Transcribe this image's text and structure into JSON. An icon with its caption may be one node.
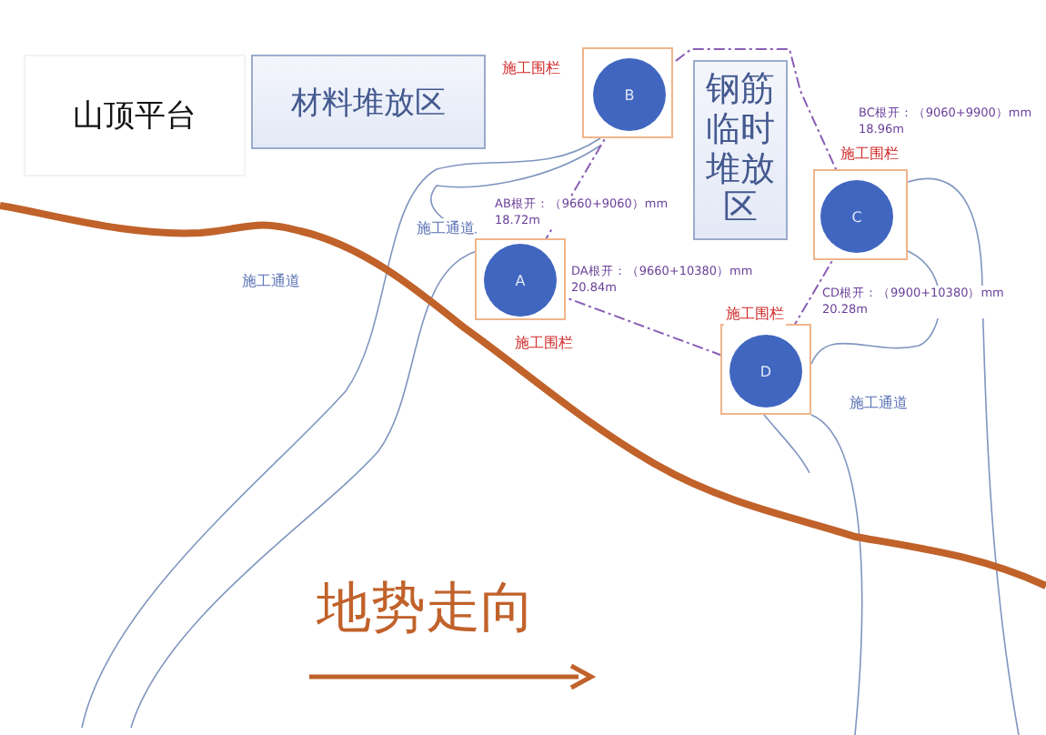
{
  "diagram": {
    "nodes": [
      {
        "text": [
          "山顶平台"
        ]
      },
      {
        "text": [
          "材料堆放区"
        ]
      },
      {
        "text": [
          "钢筋临时堆放区"
        ]
      },
      {
        "text": [
          "施工围栏"
        ]
      },
      {
        "text": [
          "B"
        ],
        "in": 3
      },
      {
        "text": [
          "施工围栏"
        ]
      },
      {
        "text": [
          "C"
        ],
        "in": 5
      },
      {
        "text": [
          "施工围栏"
        ]
      },
      {
        "text": [
          "A"
        ],
        "in": 7
      },
      {
        "text": [
          "施工围栏"
        ]
      },
      {
        "text": [
          "D"
        ],
        "in": 9
      }
    ],
    "edges": [
      {
        "from": 4,
        "to": 8,
        "arrow": "none",
        "style": "dashed",
        "label": "AB根开：（9660+9060）mm 18.72m"
      },
      {
        "from": 4,
        "to": 6,
        "arrow": "none",
        "style": "dashed",
        "label": "BC根开：（9060+9900）mm 18.96m"
      },
      {
        "from": 6,
        "to": 10,
        "arrow": "none",
        "style": "dashed",
        "label": "CD根开：（9900+10380）mm 20.28m"
      },
      {
        "from": 8,
        "to": 10,
        "arrow": "none",
        "style": "dashed",
        "label": "DA根开：（9660+10380）mm 20.84m"
      }
    ],
    "labels": [
      "施工通道",
      "施工通道",
      "施工通道",
      "地势走向"
    ]
  }
}
